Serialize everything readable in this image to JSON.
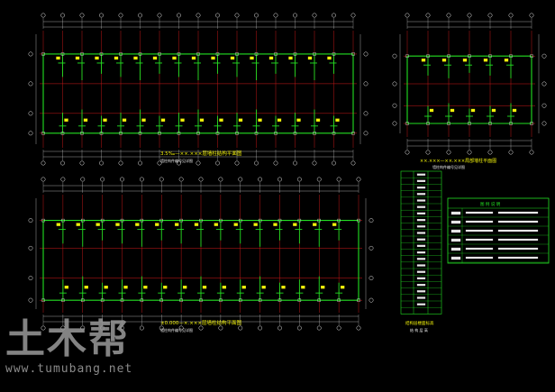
{
  "colors": {
    "background": "#000000",
    "axis": "#d21a1a",
    "wall": "#22e022",
    "dimension": "#e6e6e6",
    "tag": "#f2f20a",
    "legend_border": "#22e022",
    "watermark": "#9a9a9a"
  },
  "plans": [
    {
      "key": "plan_upper",
      "title": "3.5‰—××.×××层墙柱结构平面图",
      "subtitle": "墙柱构件编号见详图"
    },
    {
      "key": "plan_lower",
      "title": "±0.000—×.×××层墙柱结构平面图",
      "subtitle": "墙柱构件编号见详图"
    },
    {
      "key": "plan_partial",
      "title": "××.×××—××.×××局部墙柱平面图",
      "subtitle": "墙柱构件编号见详图"
    }
  ],
  "floor_table": {
    "title": "结构层楼面标高",
    "subtitle": "结 构 层 高"
  },
  "legend": {
    "title": "图 例 说 明"
  },
  "watermark": {
    "logo": "土木帮",
    "url": "www.tumubang.net"
  }
}
